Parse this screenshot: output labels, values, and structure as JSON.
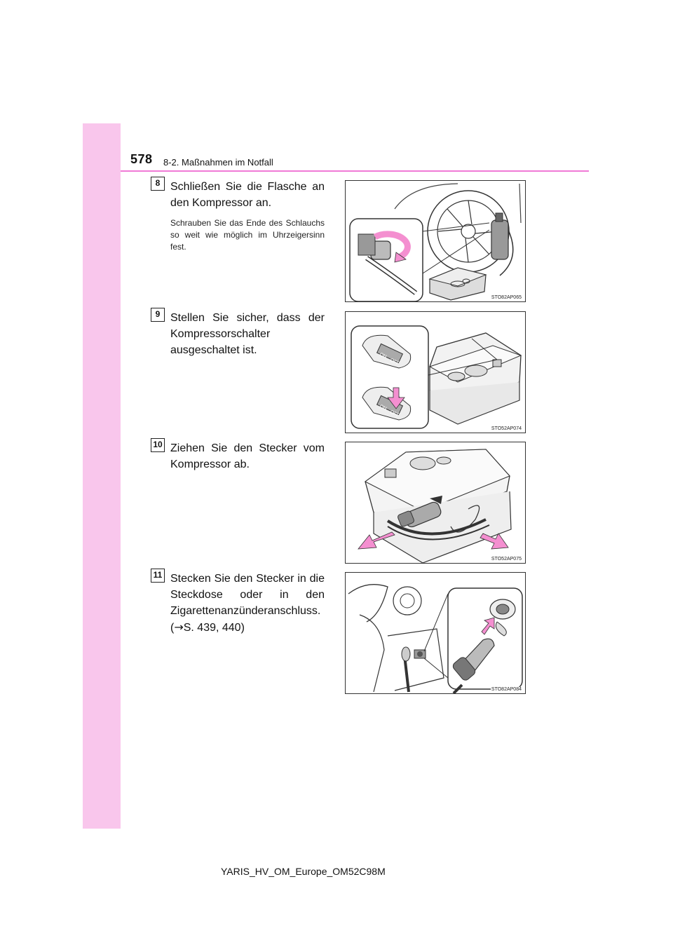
{
  "header": {
    "page_number": "578",
    "section": "8-2. Maßnahmen im Notfall"
  },
  "steps": [
    {
      "number": "8",
      "title": "Schließen Sie die Flasche an den Kompressor an.",
      "note": "Schrauben Sie das Ende des Schlauchs so weit wie möglich im Uhrzeigersinn fest.",
      "figure_code": "STO82AP065"
    },
    {
      "number": "9",
      "title": "Stellen Sie sicher, dass der Kompressorschalter ausgeschaltet ist.",
      "figure_code": "STO52AP074",
      "switch_on": "ON",
      "switch_off": "OFF"
    },
    {
      "number": "10",
      "title": "Ziehen Sie den Stecker vom Kompressor ab.",
      "figure_code": "STO52AP075"
    },
    {
      "number": "11",
      "title": "Stecken Sie den Stecker in die Steckdose oder in den Zigarettenanzünderanschluss.",
      "ref_arrow": "→",
      "ref_text": "S. 439, 440",
      "figure_code": "STO82AP084"
    }
  ],
  "footer": {
    "doc_id": "YARIS_HV_OM_Europe_OM52C98M"
  },
  "colors": {
    "side_bar": "#f9c6ec",
    "header_rule": "#f07ad6",
    "arrow_fill": "#f48fd0"
  }
}
